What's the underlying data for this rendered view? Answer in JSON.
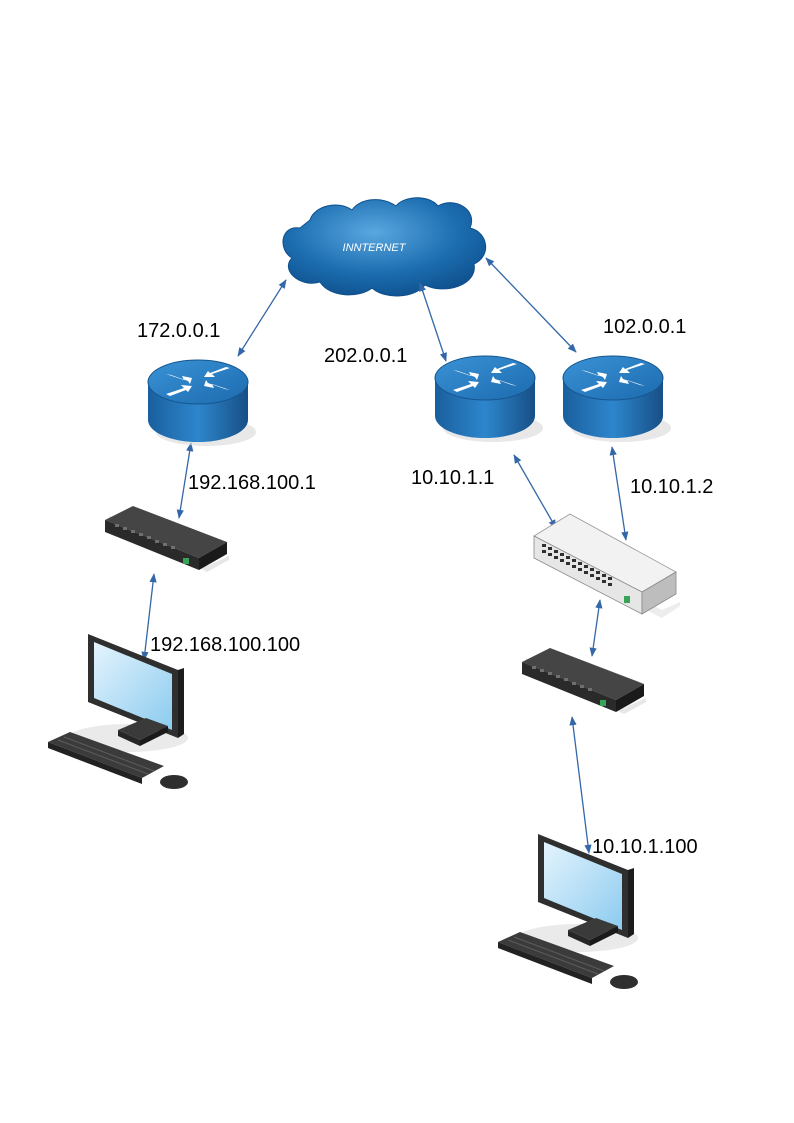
{
  "cloud": {
    "label": "INNTERNET"
  },
  "routers": [
    {
      "id": "router-left",
      "ip": "172.0.0.1",
      "lan_ip": "192.168.100.1"
    },
    {
      "id": "router-middle",
      "ip": "202.0.0.1",
      "lan_ip": "10.10.1.1"
    },
    {
      "id": "router-right",
      "ip": "102.0.0.1",
      "lan_ip": "10.10.1.2"
    }
  ],
  "hosts": [
    {
      "id": "pc-left",
      "ip": "192.168.100.100"
    },
    {
      "id": "pc-right",
      "ip": "10.10.1.100"
    }
  ],
  "colors": {
    "link": "#3467a8",
    "router": "#1f6fb4",
    "cloud": "#1b6db0",
    "switch": "#2b2b2b",
    "monitor_screen": "#bfe3f7"
  }
}
